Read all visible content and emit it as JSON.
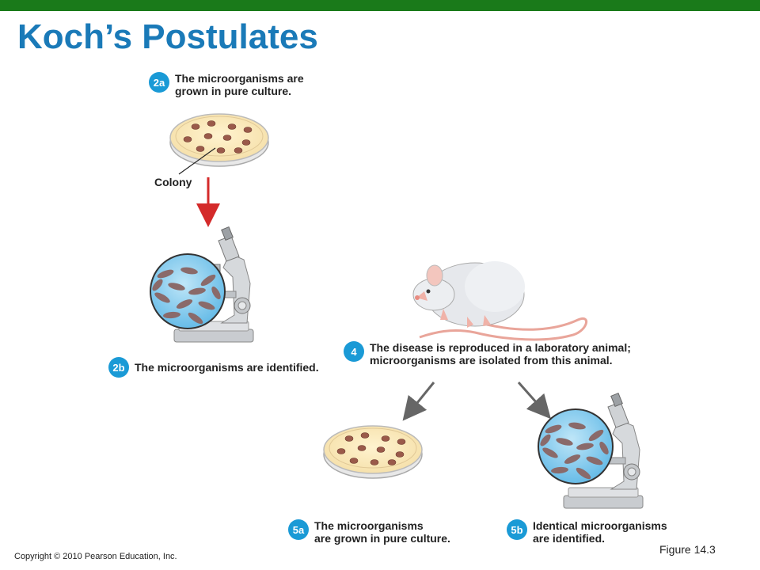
{
  "title": "Koch’s Postulates",
  "steps": {
    "s2a": {
      "badge": "2a",
      "line1": "The microorganisms are",
      "line2": "grown in pure culture."
    },
    "s2b": {
      "badge": "2b",
      "line1": "The microorganisms are identified."
    },
    "s4": {
      "badge": "4",
      "line1": "The disease is reproduced in a laboratory animal;",
      "line2": "microorganisms are isolated from this animal."
    },
    "s5a": {
      "badge": "5a",
      "line1": "The microorganisms",
      "line2": "are grown in pure culture."
    },
    "s5b": {
      "badge": "5b",
      "line1": "Identical microorganisms",
      "line2": "are identified."
    }
  },
  "labels": {
    "colony": "Colony"
  },
  "footer": {
    "copyright": "Copyright © 2010 Pearson Education, Inc.",
    "figure": "Figure 14.3"
  },
  "colors": {
    "topbar": "#1a7a1a",
    "title": "#1a7ab8",
    "badge": "#1a9ad6",
    "red_arrow": "#d42a2a",
    "gray_arrow": "#666666"
  },
  "icons": [
    "petri-dish-icon",
    "microscope-icon",
    "mouse-icon",
    "arrow-icon"
  ]
}
